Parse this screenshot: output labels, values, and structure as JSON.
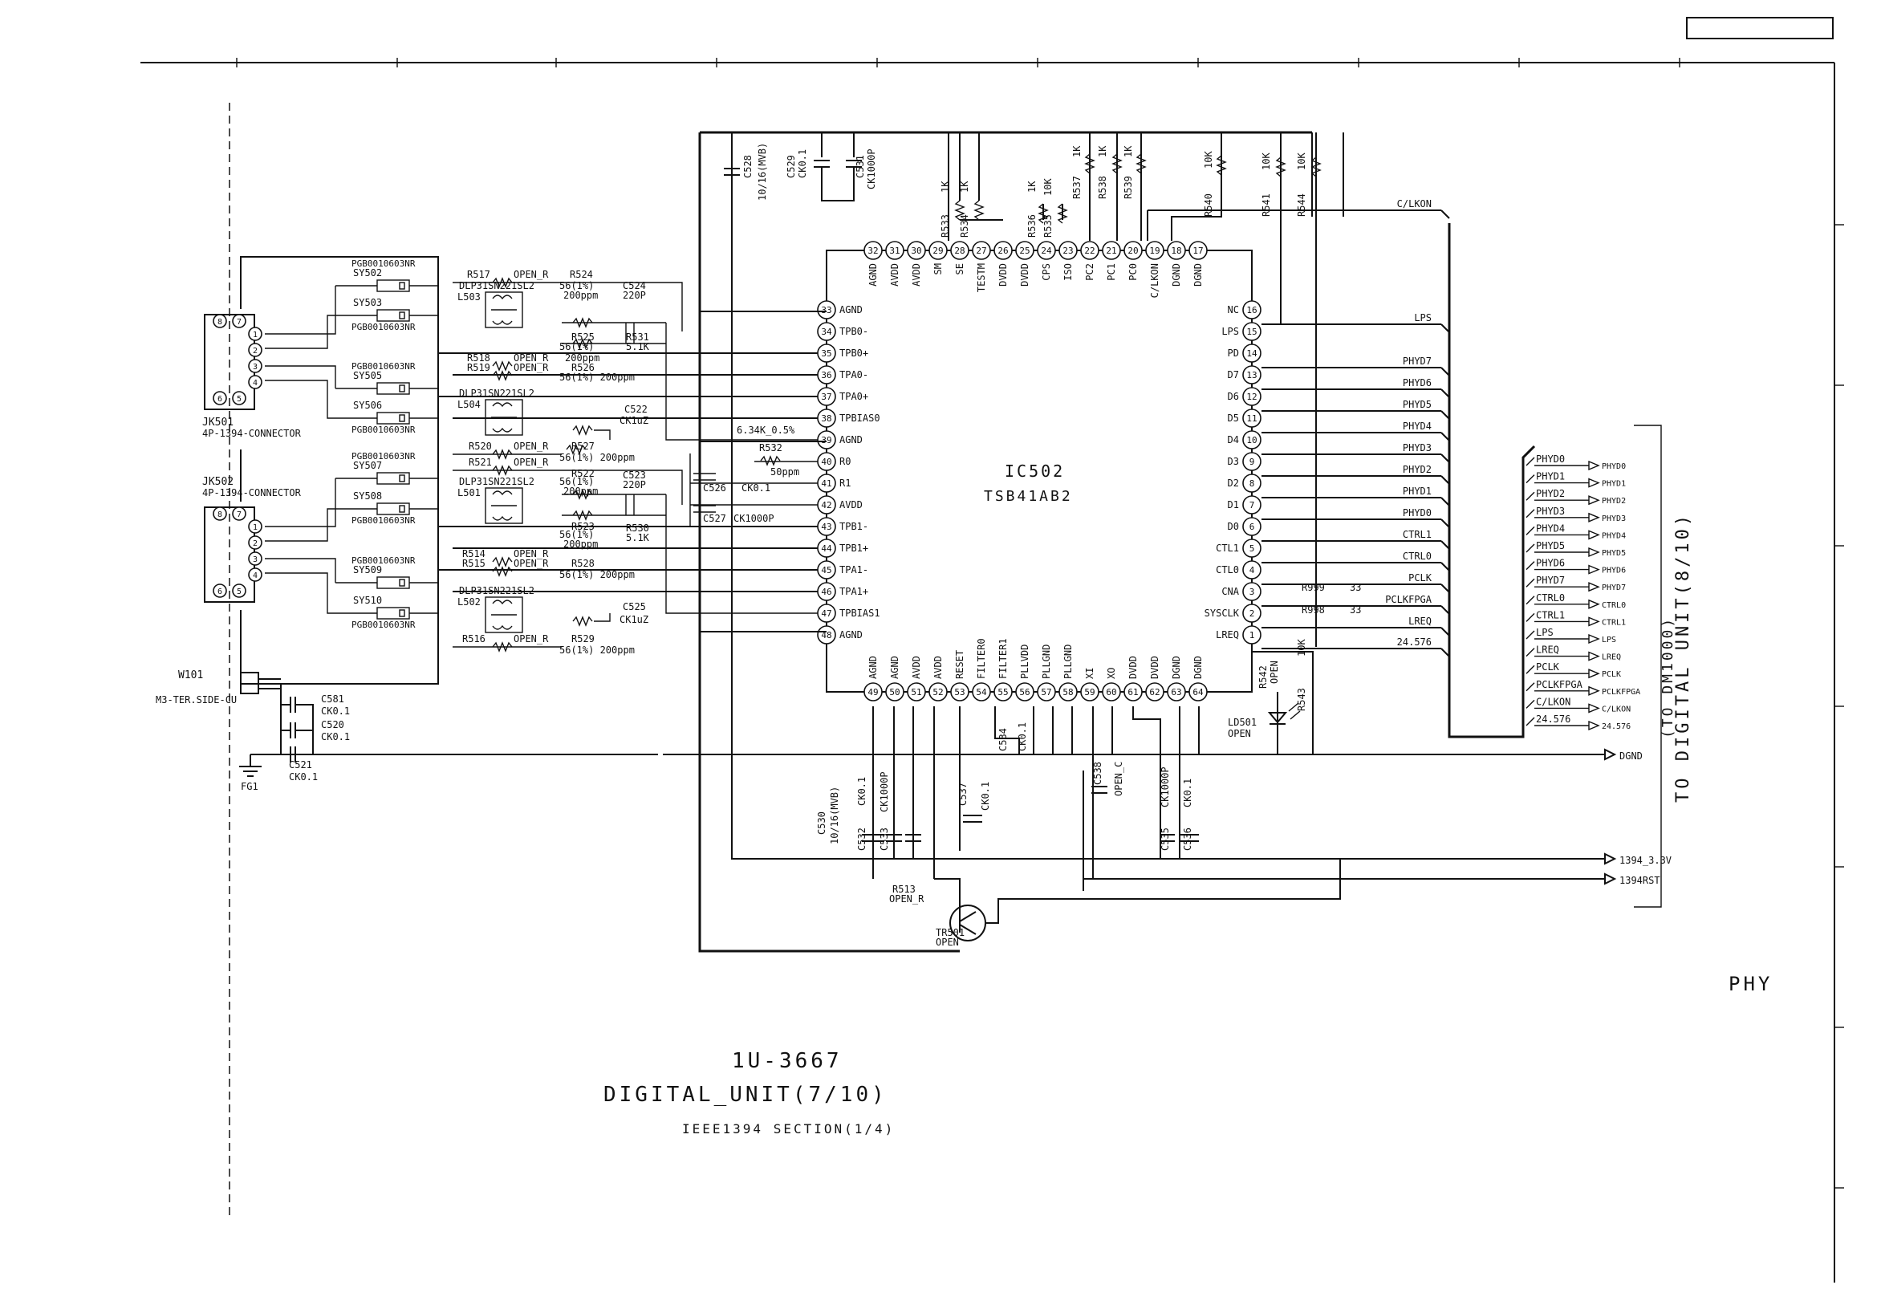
{
  "sheet": {
    "board": "1U-3667",
    "unit": "DIGITAL_UNIT(7/10)",
    "section": "IEEE1394 SECTION(1/4)",
    "block": "PHY",
    "dest_unit": "TO DIGITAL UNIT(8/10)",
    "dest_sub": "(TO DM1000)"
  },
  "ic": {
    "ref": "IC502",
    "part": "TSB41AB2",
    "pins_top": [
      {
        "n": "32",
        "name": "AGND"
      },
      {
        "n": "31",
        "name": "AVDD"
      },
      {
        "n": "30",
        "name": "AVDD"
      },
      {
        "n": "29",
        "name": "SM"
      },
      {
        "n": "28",
        "name": "SE"
      },
      {
        "n": "27",
        "name": "TESTM"
      },
      {
        "n": "26",
        "name": "DVDD"
      },
      {
        "n": "25",
        "name": "DVDD"
      },
      {
        "n": "24",
        "name": "CPS"
      },
      {
        "n": "23",
        "name": "ISO"
      },
      {
        "n": "22",
        "name": "PC2"
      },
      {
        "n": "21",
        "name": "PC1"
      },
      {
        "n": "20",
        "name": "PC0"
      },
      {
        "n": "19",
        "name": "C/LKON"
      },
      {
        "n": "18",
        "name": "DGND"
      },
      {
        "n": "17",
        "name": "DGND"
      }
    ],
    "pins_left": [
      {
        "n": "33",
        "name": "AGND"
      },
      {
        "n": "34",
        "name": "TPB0-"
      },
      {
        "n": "35",
        "name": "TPB0+"
      },
      {
        "n": "36",
        "name": "TPA0-"
      },
      {
        "n": "37",
        "name": "TPA0+"
      },
      {
        "n": "38",
        "name": "TPBIAS0"
      },
      {
        "n": "39",
        "name": "AGND"
      },
      {
        "n": "40",
        "name": "R0"
      },
      {
        "n": "41",
        "name": "R1"
      },
      {
        "n": "42",
        "name": "AVDD"
      },
      {
        "n": "43",
        "name": "TPB1-"
      },
      {
        "n": "44",
        "name": "TPB1+"
      },
      {
        "n": "45",
        "name": "TPA1-"
      },
      {
        "n": "46",
        "name": "TPA1+"
      },
      {
        "n": "47",
        "name": "TPBIAS1"
      },
      {
        "n": "48",
        "name": "AGND"
      }
    ],
    "pins_right": [
      {
        "n": "16",
        "name": "NC"
      },
      {
        "n": "15",
        "name": "LPS"
      },
      {
        "n": "14",
        "name": "PD"
      },
      {
        "n": "13",
        "name": "D7"
      },
      {
        "n": "12",
        "name": "D6"
      },
      {
        "n": "11",
        "name": "D5"
      },
      {
        "n": "10",
        "name": "D4"
      },
      {
        "n": "9",
        "name": "D3"
      },
      {
        "n": "8",
        "name": "D2"
      },
      {
        "n": "7",
        "name": "D1"
      },
      {
        "n": "6",
        "name": "D0"
      },
      {
        "n": "5",
        "name": "CTL1"
      },
      {
        "n": "4",
        "name": "CTL0"
      },
      {
        "n": "3",
        "name": "CNA"
      },
      {
        "n": "2",
        "name": "SYSCLK"
      },
      {
        "n": "1",
        "name": "LREQ"
      }
    ],
    "pins_bottom": [
      {
        "n": "49",
        "name": "AGND"
      },
      {
        "n": "50",
        "name": "AGND"
      },
      {
        "n": "51",
        "name": "AVDD"
      },
      {
        "n": "52",
        "name": "AVDD"
      },
      {
        "n": "53",
        "name": "RESET"
      },
      {
        "n": "54",
        "name": "FILTER0"
      },
      {
        "n": "55",
        "name": "FILTER1"
      },
      {
        "n": "56",
        "name": "PLLVDD"
      },
      {
        "n": "57",
        "name": "PLLGND"
      },
      {
        "n": "58",
        "name": "PLLGND"
      },
      {
        "n": "59",
        "name": "XI"
      },
      {
        "n": "60",
        "name": "XO"
      },
      {
        "n": "61",
        "name": "DVDD"
      },
      {
        "n": "62",
        "name": "DVDD"
      },
      {
        "n": "63",
        "name": "DGND"
      },
      {
        "n": "64",
        "name": "DGND"
      }
    ]
  },
  "right_nets": [
    "C/LKON",
    "LPS",
    "PHYD7",
    "PHYD6",
    "PHYD5",
    "PHYD4",
    "PHYD3",
    "PHYD2",
    "PHYD1",
    "PHYD0",
    "CTRL1",
    "CTRL0",
    "PCLK",
    "PCLKFPGA",
    "LREQ",
    "24.576"
  ],
  "bus": [
    {
      "net": "PHYD0",
      "port": "PHYD0"
    },
    {
      "net": "PHYD1",
      "port": "PHYD1"
    },
    {
      "net": "PHYD2",
      "port": "PHYD2"
    },
    {
      "net": "PHYD3",
      "port": "PHYD3"
    },
    {
      "net": "PHYD4",
      "port": "PHYD4"
    },
    {
      "net": "PHYD5",
      "port": "PHYD5"
    },
    {
      "net": "PHYD6",
      "port": "PHYD6"
    },
    {
      "net": "PHYD7",
      "port": "PHYD7"
    },
    {
      "net": "CTRL0",
      "port": "CTRL0"
    },
    {
      "net": "CTRL1",
      "port": "CTRL1"
    },
    {
      "net": "LPS",
      "port": "LPS"
    },
    {
      "net": "LREQ",
      "port": "LREQ"
    },
    {
      "net": "PCLK",
      "port": "PCLK"
    },
    {
      "net": "PCLKFPGA",
      "port": "PCLKFPGA"
    },
    {
      "net": "C/LKON",
      "port": "C/LKON"
    },
    {
      "net": "24.576",
      "port": "24.576"
    }
  ],
  "ports": {
    "dgnd": "DGND",
    "v33": "1394_3.3V",
    "rst": "1394RST"
  },
  "connectors": {
    "jk501": "JK501",
    "jk501_type": "4P-1394-CONNECTOR",
    "jk502": "JK502",
    "jk502_type": "4P-1394-CONNECTOR",
    "w101": "W101",
    "w101_type": "M3-TER.SIDE-CU",
    "fg1": "FG1",
    "pins_a": [
      "8",
      "7",
      "1",
      "2",
      "3",
      "4",
      "6",
      "5"
    ],
    "pins_b": [
      "8",
      "7",
      "1",
      "2",
      "3",
      "4",
      "6",
      "5"
    ]
  },
  "protect": [
    {
      "ref": "SY502",
      "part": "PGB0010603NR"
    },
    {
      "ref": "SY503",
      "part": "PGB0010603NR"
    },
    {
      "ref": "SY505",
      "part": "PGB0010603NR"
    },
    {
      "ref": "SY506",
      "part": "PGB0010603NR"
    },
    {
      "ref": "SY507",
      "part": "PGB0010603NR"
    },
    {
      "ref": "SY508",
      "part": "PGB0010603NR"
    },
    {
      "ref": "SY509",
      "part": "PGB0010603NR"
    },
    {
      "ref": "SY510",
      "part": "PGB0010603NR"
    }
  ],
  "chokes": [
    {
      "ref": "L503",
      "part": "DLP31SN221SL2"
    },
    {
      "ref": "L504",
      "part": "DLP31SN221SL2"
    },
    {
      "ref": "L501",
      "part": "DLP31SN221SL2"
    },
    {
      "ref": "L502",
      "part": "DLP31SN221SL2"
    }
  ],
  "labels": {
    "r517": "R517",
    "r518": "R518",
    "r519": "R519",
    "r520": "R520",
    "r521": "R521",
    "r514": "R514",
    "r515": "R515",
    "r516": "R516",
    "open_r": "OPEN_R",
    "r524": "R524",
    "r525": "R525",
    "r526": "R526",
    "r527": "R527",
    "r522": "R522",
    "r523": "R523",
    "r528": "R528",
    "r529": "R529",
    "r56": "56(1%)",
    "ppm200": "200ppm",
    "r56ppm": "56(1%) 200ppm",
    "r531": "R531",
    "r530": "R530",
    "v5k1": "5.1K",
    "c524": "C524",
    "c523": "C523",
    "v220p": "220P",
    "c522": "C522",
    "c525": "C525",
    "ck1uz": "CK1uZ",
    "r6k34": "6.34K_0.5%",
    "r532": "R532",
    "ppm50": "50ppm",
    "c526": "C526",
    "c527": "C527",
    "ck01": "CK0.1",
    "ck1000p": "CK1000P",
    "c528": "C528",
    "c529": "C529",
    "c531": "C531",
    "cap10_16": "10/16(MVB)",
    "r533": "R533",
    "r534": "R534",
    "r536": "R536",
    "r535": "R535",
    "r537": "R537",
    "r538": "R538",
    "r539": "R539",
    "r540": "R540",
    "r541": "R541",
    "r544": "R544",
    "v1k": "1K",
    "v10k": "10K",
    "r999": "R999",
    "r998": "R998",
    "v33": "33",
    "r542": "R542",
    "open": "OPEN",
    "r543": "R543",
    "ld501": "LD501",
    "c534": "C534",
    "c530": "C530",
    "c532": "C532",
    "c533": "C533",
    "c537": "C537",
    "c538": "C538",
    "open_c": "OPEN_C",
    "c535": "C535",
    "c536": "C536",
    "r513": "R513",
    "tr501": "TR501",
    "c581": "C581",
    "c520": "C520",
    "c521": "C521"
  }
}
